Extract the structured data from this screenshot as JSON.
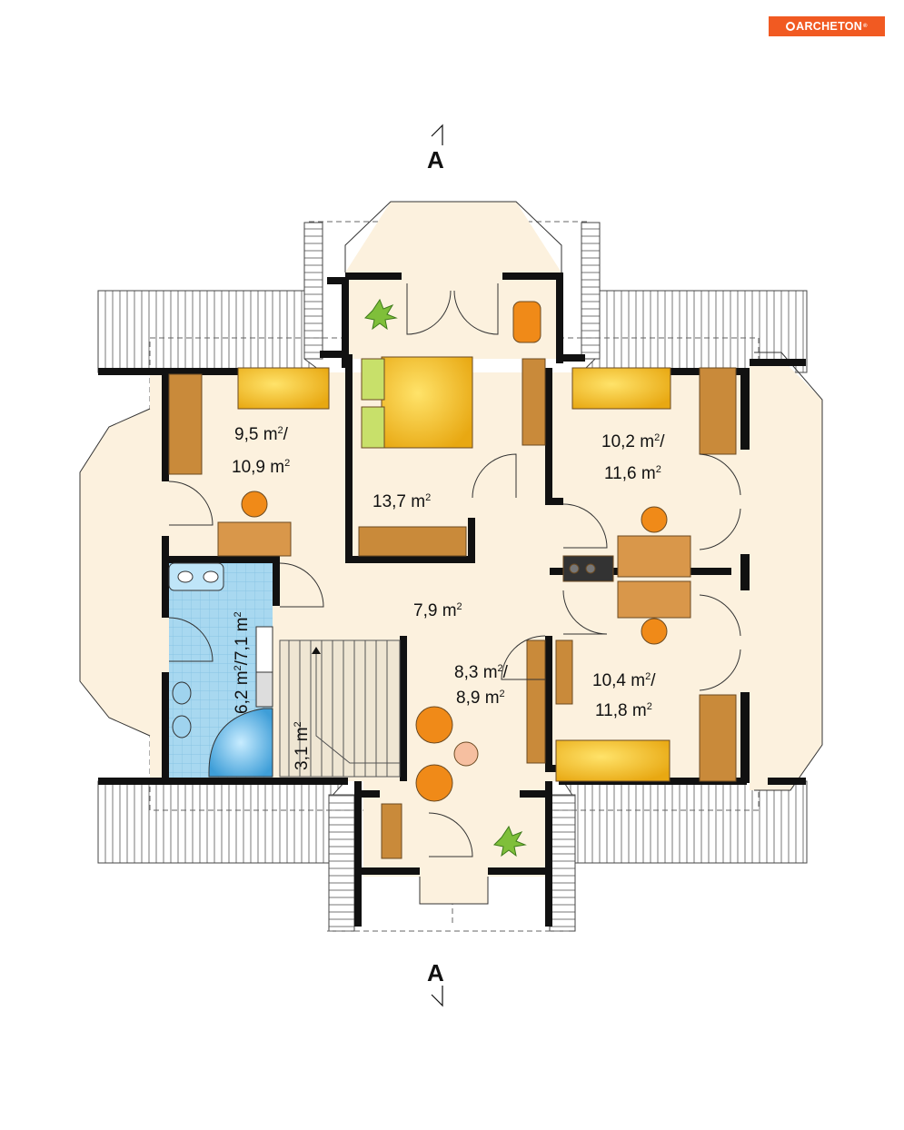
{
  "brand": {
    "name": "ARCHETON",
    "reg": "®"
  },
  "section_marker": "A",
  "rooms": {
    "bedroom_left": {
      "area_line1": "9,5 m",
      "area_line1_end": "/",
      "area_line2": "10,9 m",
      "sup": "2"
    },
    "bedroom_master": {
      "area": "13,7 m",
      "sup": "2"
    },
    "bedroom_right_top": {
      "area_line1": "10,2 m",
      "area_line1_end": "/",
      "area_line2": "11,6 m",
      "sup": "2"
    },
    "hall": {
      "area": "7,9 m",
      "sup": "2"
    },
    "bathroom": {
      "area_a": "6,2 m",
      "sep": "/",
      "area_b": "7,1 m",
      "sup": "2"
    },
    "stairs": {
      "area": "3,1 m",
      "sup": "2"
    },
    "lounge": {
      "area_line1": "8,3 m",
      "area_line1_end": "/",
      "area_line2": "8,9 m",
      "sup": "2"
    },
    "bedroom_right_bottom": {
      "area_line1": "10,4 m",
      "area_line1_end": "/",
      "area_line2": "11,8 m",
      "sup": "2"
    }
  },
  "colors": {
    "wall": "#111111",
    "floor": "#fcf1de",
    "roof": "#ffffff",
    "furniture_brown": "#c98a3a",
    "bed_yellow": "#f4c21e",
    "chair_orange": "#f08a18",
    "bath_blue": "#9fd3ee",
    "brand_orange": "#f15a22"
  }
}
